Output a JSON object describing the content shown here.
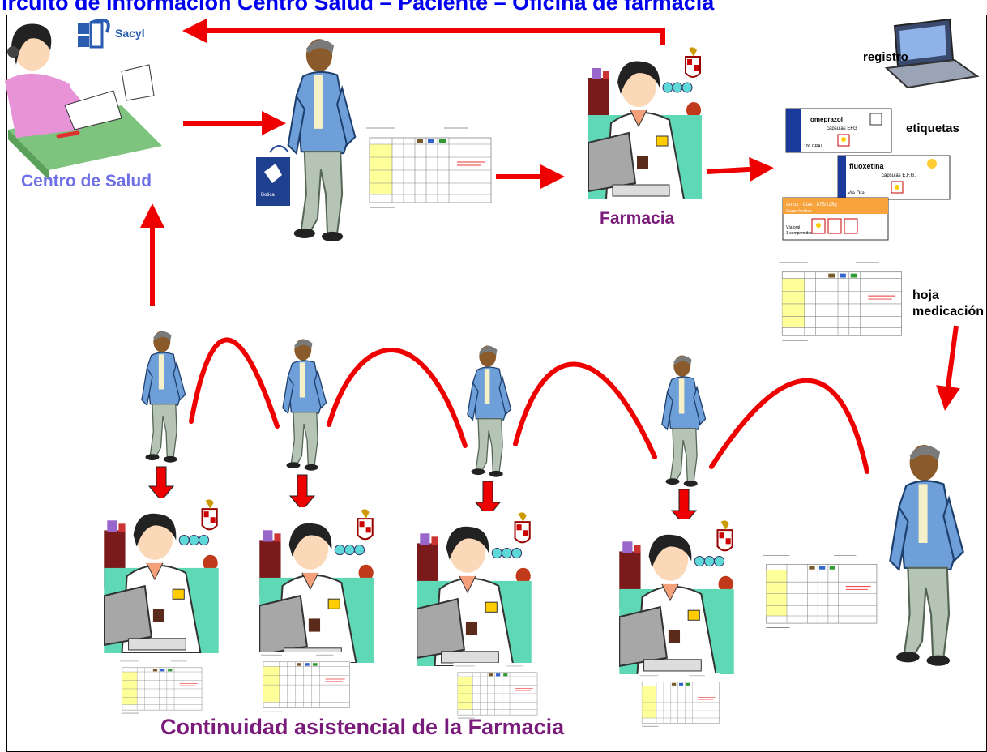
{
  "title": "ircuito de información Centro Salud – Paciente – Oficina de farmacia",
  "labels": {
    "centro_salud": "Centro de Salud",
    "farmacia": "Farmacia",
    "continuidad": "Continuidad asistencial de la Farmacia",
    "registro": "registro",
    "etiquetas": "etiquetas",
    "hoja_line1": "hoja",
    "hoja_line2": "medicación",
    "sacyl": "Sacyl"
  },
  "drug_labels": {
    "omeprazol_name": "omeprazol",
    "omeprazol_form": "cápsulas EFG",
    "omeprazol_count": "100 GRAL",
    "fluoxetina_name": "fluoxetina",
    "fluoxetina_form": "cápsulas E.F.G.",
    "fluoxetina_via": "Vía Oral",
    "orange_title": "Amox - Clav . 875/125g",
    "orange_sub": "Grupo farético",
    "orange_via": "Vía oral",
    "orange_count": "1 comprimidos"
  },
  "colors": {
    "arrow": "#ee0000",
    "title": "#0000ee",
    "centro_salud_label": "#6f6fe8",
    "farmacia_label": "#7a1a7a",
    "sheet_yellow": "#ffff99",
    "orange_label": "#f7a23b",
    "counter_green": "#5fd8b6"
  },
  "icons": {
    "doctor": "doctor-at-desk-icon",
    "patient": "patient-walking-icon",
    "pharmacist": "pharmacist-at-computer-icon",
    "laptop": "laptop-icon",
    "sheet": "medication-sheet-icon",
    "bag": "pharmacy-bag-icon",
    "logo": "sacyl-logo-icon"
  }
}
